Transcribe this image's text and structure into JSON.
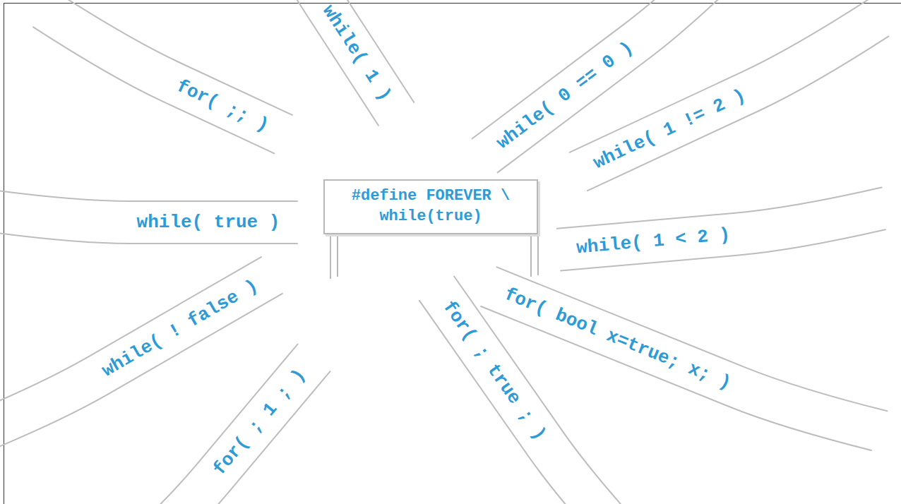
{
  "diagram": {
    "nodes": [
      {
        "text": [
          "#define FOREVER \\ while(true)"
        ]
      }
    ],
    "labels": [
      "for( ;; )",
      "while( 1 )",
      "while( 0 == 0 )",
      "while( 1 != 2 )",
      "while( true )",
      "while( 1 < 2 )",
      "while( ! false )",
      "for( bool x=true; x; )",
      "for( ; 1 ; )",
      "for( ; true ; )"
    ]
  }
}
